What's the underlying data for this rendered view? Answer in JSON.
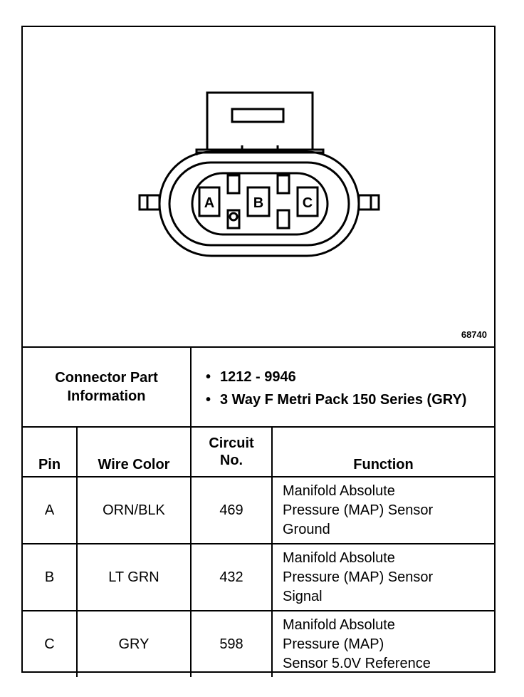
{
  "figure_number": "68740",
  "connector": {
    "pin_labels": [
      "A",
      "B",
      "C"
    ]
  },
  "part_info": {
    "label_line1": "Connector Part",
    "label_line2": "Information",
    "items": [
      "1212 - 9946",
      "3 Way F Metri Pack 150 Series (GRY)"
    ]
  },
  "table": {
    "headers": {
      "pin": "Pin",
      "wire_color": "Wire Color",
      "circuit_line1": "Circuit",
      "circuit_line2": "No.",
      "function": "Function"
    },
    "rows": [
      {
        "pin": "A",
        "wire_color": "ORN/BLK",
        "circuit": "469",
        "function_lines": [
          "Manifold Absolute",
          "Pressure (MAP) Sensor",
          "Ground"
        ]
      },
      {
        "pin": "B",
        "wire_color": "LT GRN",
        "circuit": "432",
        "function_lines": [
          "Manifold Absolute",
          "Pressure (MAP) Sensor",
          "Signal"
        ]
      },
      {
        "pin": "C",
        "wire_color": "GRY",
        "circuit": "598",
        "function_lines": [
          "Manifold Absolute",
          "Pressure (MAP)",
          "Sensor 5.0V Reference"
        ]
      }
    ]
  }
}
